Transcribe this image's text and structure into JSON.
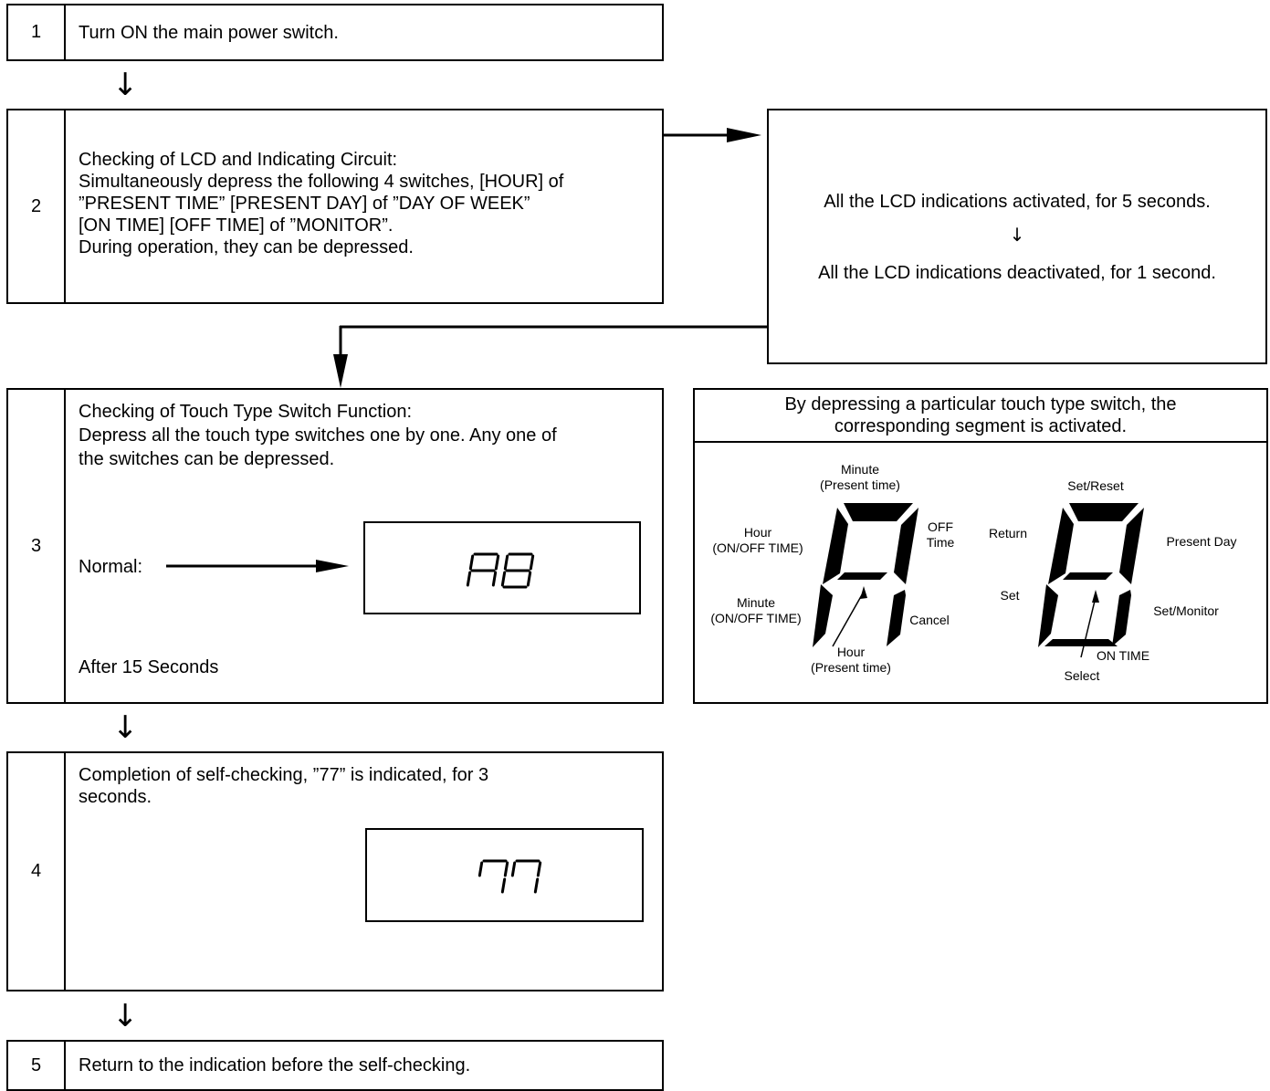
{
  "steps": [
    {
      "num": "1",
      "text": "Turn ON the main power switch."
    },
    {
      "num": "2",
      "lines": [
        "Checking of LCD and Indicating Circuit:",
        "Simultaneously depress the following 4 switches, [HOUR] of",
        "”PRESENT TIME” [PRESENT DAY] of ”DAY OF WEEK”",
        "[ON TIME] [OFF TIME] of ”MONITOR”.",
        "During operation, they can be depressed."
      ]
    },
    {
      "num": "3",
      "lines": [
        "Checking of Touch Type Switch Function:",
        "Depress all the touch type switches one by one. Any one of",
        "the switches can be depressed."
      ],
      "normal_label": "Normal:",
      "after_label": "After 15 Seconds",
      "display": "A8"
    },
    {
      "num": "4",
      "lines": [
        "Completion of self-checking, ”77” is indicated, for 3",
        "seconds."
      ],
      "display": "77"
    },
    {
      "num": "5",
      "text": "Return to the indication before the self-checking."
    }
  ],
  "arrow_glyph": "↓",
  "lcd_result": {
    "line1": "All the LCD indications activated, for 5 seconds.",
    "arrow": "↓",
    "line2": "All the LCD indications deactivated, for 1 second."
  },
  "segment_panel": {
    "title_line1": "By depressing a particular touch type switch, the",
    "title_line2": "corresponding segment is activated.",
    "left_digit_labels": {
      "top": "Minute",
      "top_sub": "(Present time)",
      "upper_left": "Hour",
      "upper_left_sub": "(ON/OFF TIME)",
      "upper_right": "OFF",
      "upper_right_sub": "Time",
      "lower_left": "Minute",
      "lower_left_sub": "(ON/OFF TIME)",
      "lower_right": "Cancel",
      "middle": "Hour",
      "middle_sub": "(Present time)"
    },
    "right_digit_labels": {
      "top": "Set/Reset",
      "upper_left": "Return",
      "upper_right": "Present Day",
      "lower_left": "Set",
      "lower_right": "Set/Monitor",
      "middle": "ON TIME",
      "bottom": "Select"
    }
  }
}
